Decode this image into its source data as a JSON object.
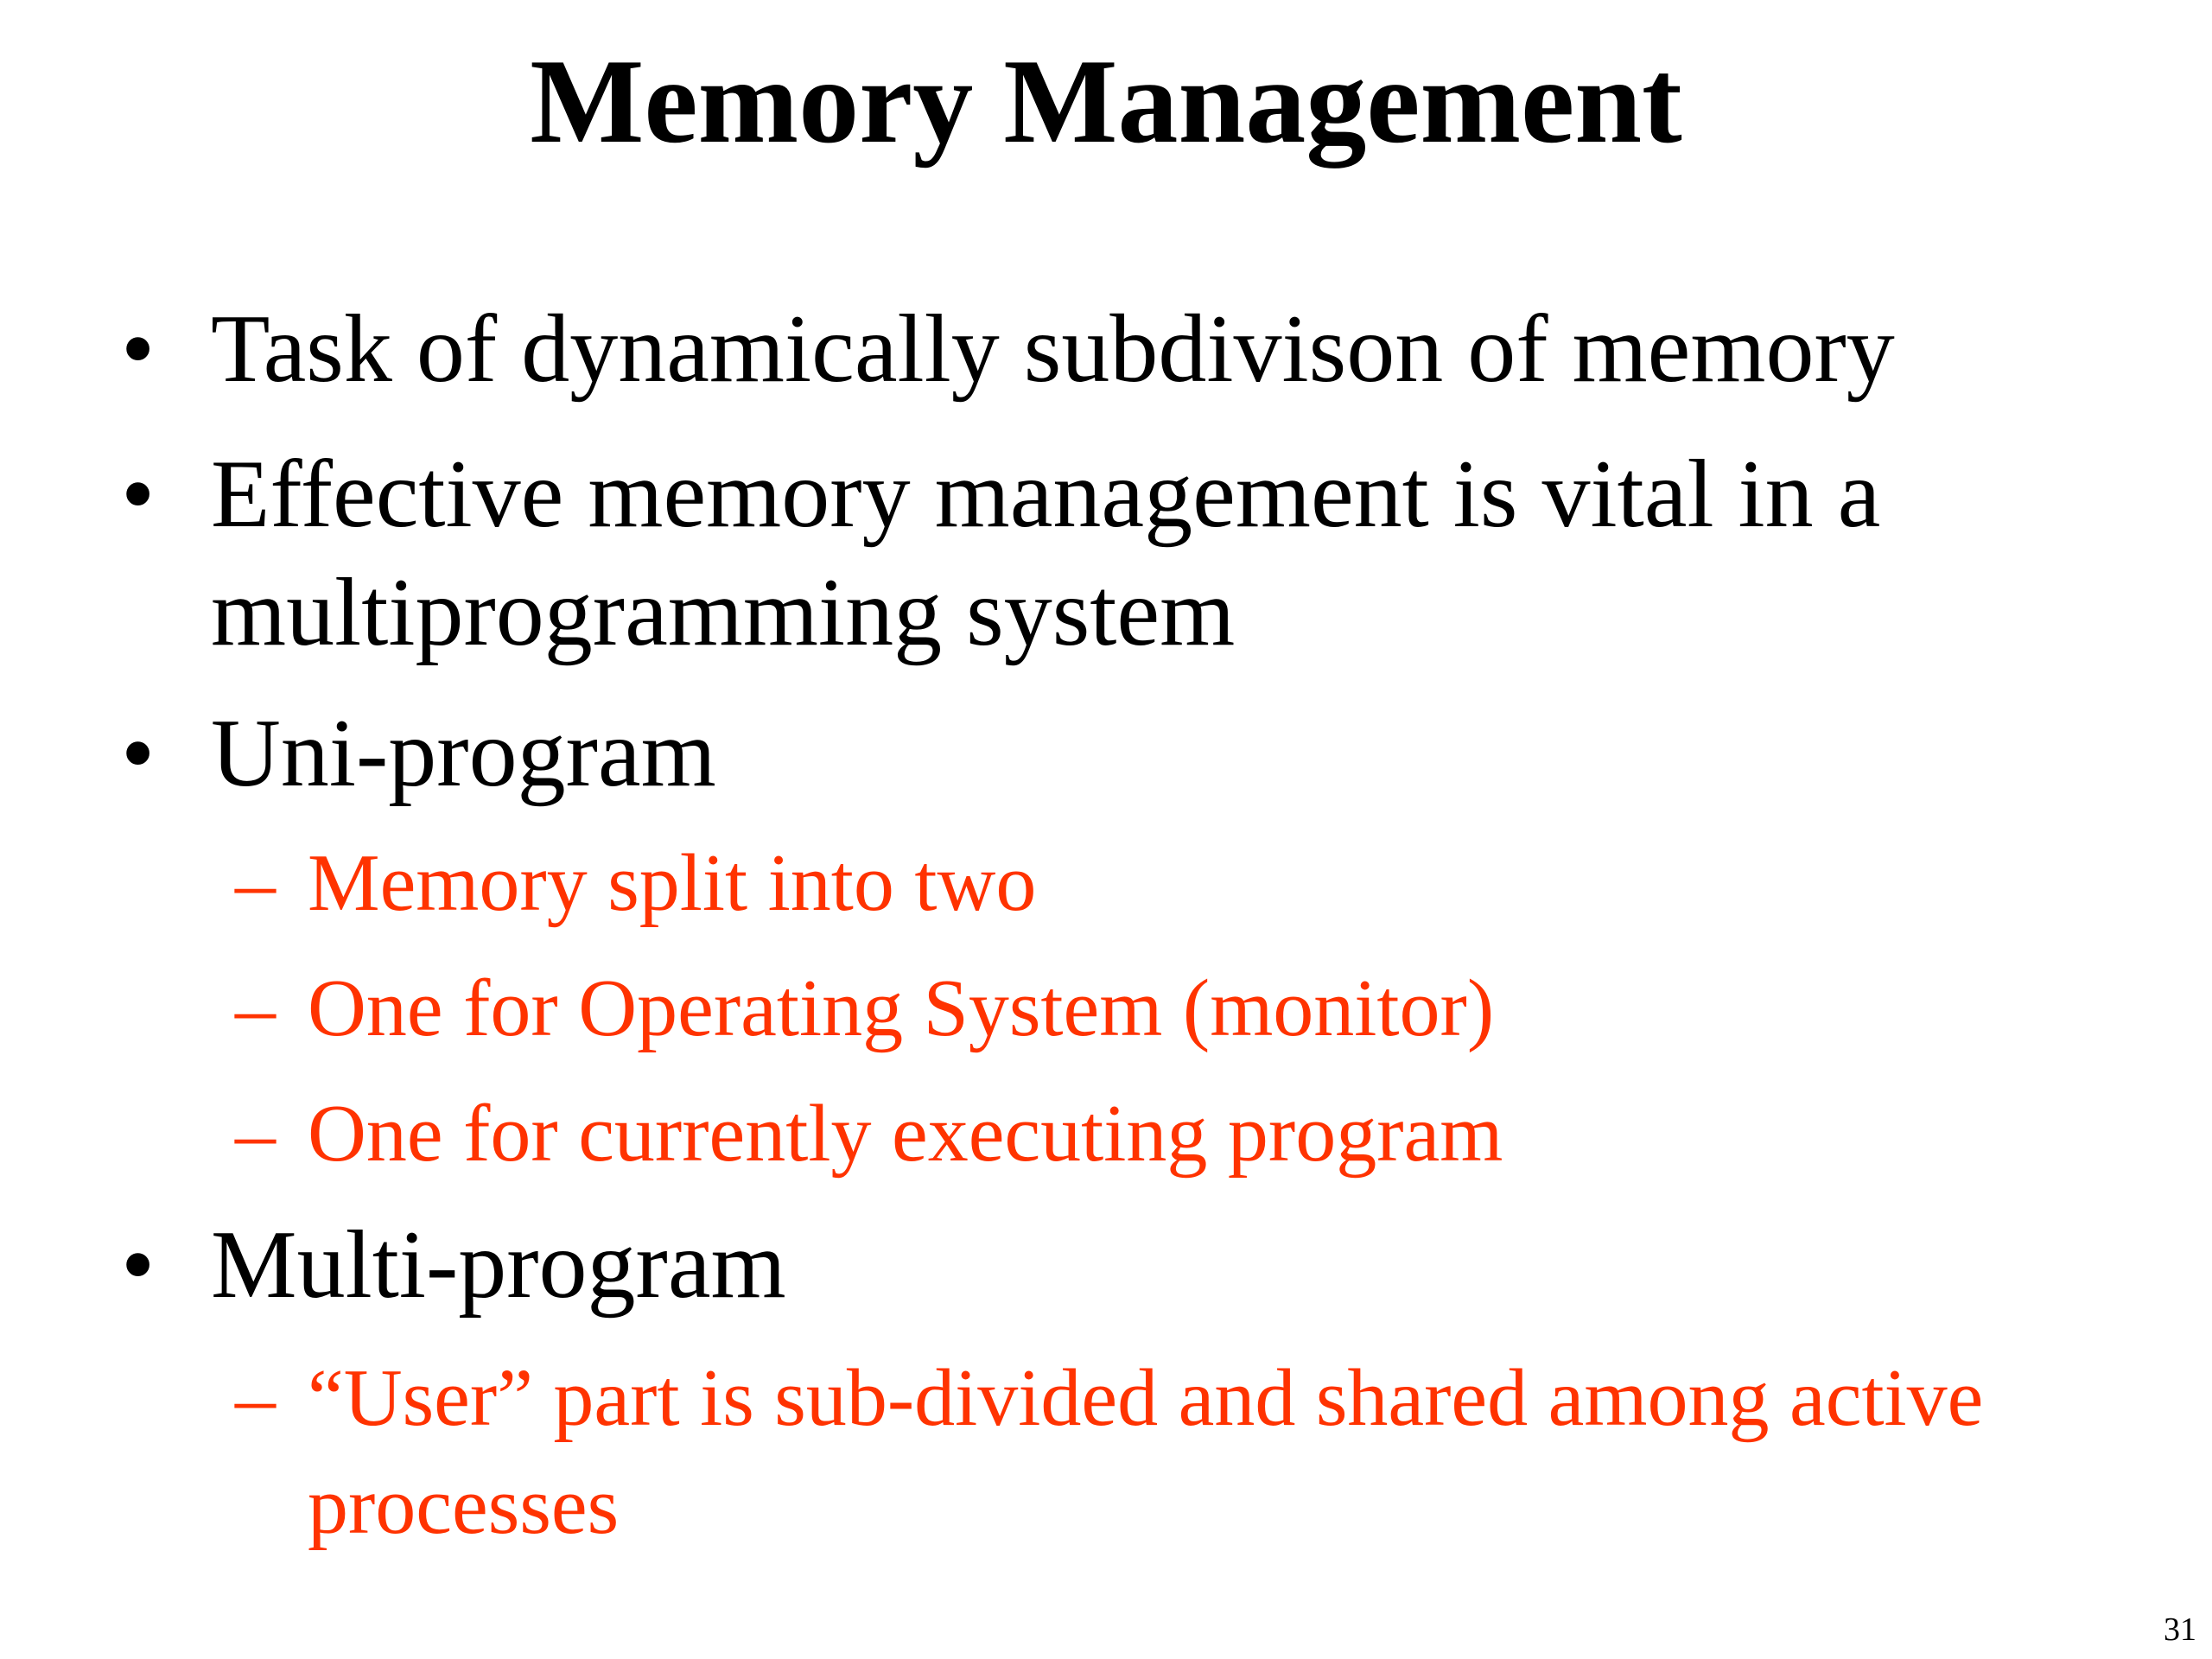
{
  "slide": {
    "title": "Memory Management",
    "bullets": [
      {
        "lines": [
          "Task of dynamically subdivison of memory"
        ],
        "subitems": []
      },
      {
        "lines": [
          "Effective memory management is vital in a",
          "multiprogramming system"
        ],
        "subitems": []
      },
      {
        "lines": [
          "Uni-program"
        ],
        "subitems": [
          {
            "lines": [
              "Memory split into two"
            ]
          },
          {
            "lines": [
              "One for Operating System (monitor)"
            ]
          },
          {
            "lines": [
              "One for currently executing program"
            ]
          }
        ]
      },
      {
        "lines": [
          "Multi-program"
        ],
        "subitems": [
          {
            "lines": [
              "“User” part is sub-divided and shared among active",
              "processes"
            ]
          }
        ]
      }
    ],
    "bullet_glyph": "•",
    "dash_glyph": "–",
    "page_number": "31",
    "colors": {
      "text": "#000000",
      "subtext": "#ff3300",
      "background": "#ffffff"
    }
  }
}
